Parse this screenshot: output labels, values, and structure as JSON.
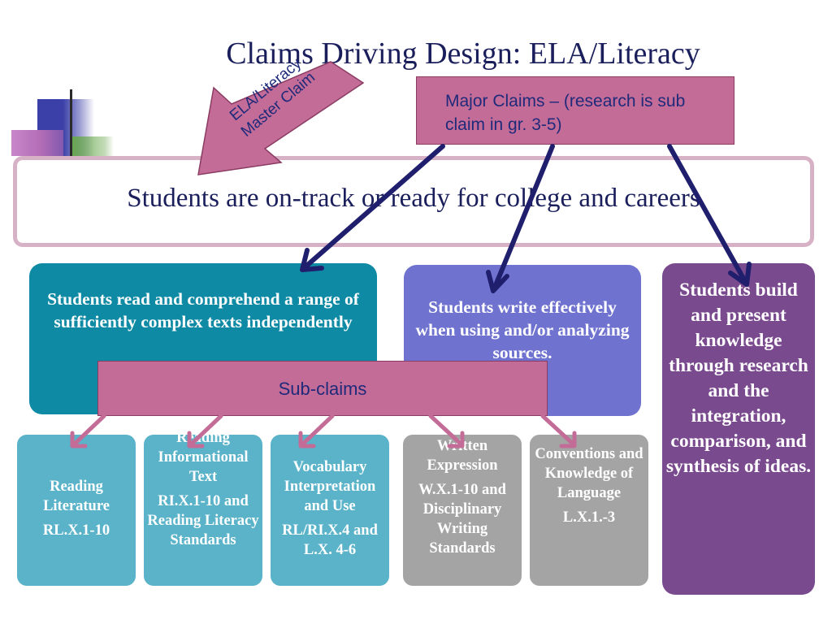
{
  "title": "Claims Driving Design: ELA/Literacy",
  "master_arrow": {
    "label_line1": "ELA/Literacy",
    "label_line2": "Master Claim"
  },
  "major_claims": "Major Claims – (research is sub claim in gr. 3-5)",
  "master_claim": "Students are on-track or ready for college and careers",
  "claims": [
    {
      "text": "Students read and comprehend a range of sufficiently complex texts independently"
    },
    {
      "text": "Students write effectively when using and/or analyzing sources."
    },
    {
      "text": "Students build and present knowledge through research and the integration, comparison, and synthesis of ideas."
    }
  ],
  "subclaims_label": "Sub-claims",
  "subclaims": [
    {
      "name": "Reading Literature",
      "standard": "RL.X.1-10"
    },
    {
      "name": "Reading Informational Text",
      "standard": "RI.X.1-10 and Reading Literacy Standards"
    },
    {
      "name": "Vocabulary Interpretation and Use",
      "standard": "RL/RI.X.4 and L.X. 4-6"
    },
    {
      "name": "Written Expression",
      "standard": "W.X.1-10 and Disciplinary Writing Standards"
    },
    {
      "name": "Conventions and Knowledge of Language",
      "standard": "L.X.1.-3"
    }
  ],
  "colors": {
    "title": "#1a1f5c",
    "claim_reading": "#0f8aa5",
    "claim_writing": "#6f72cf",
    "claim_research": "#7a4a8e",
    "callout_pink": "#c46c98",
    "sub_teal": "#5ab3c9",
    "sub_gray": "#a4a4a4",
    "arrow_navy": "#1f1f6e",
    "arrow_pink": "#c46c98"
  }
}
